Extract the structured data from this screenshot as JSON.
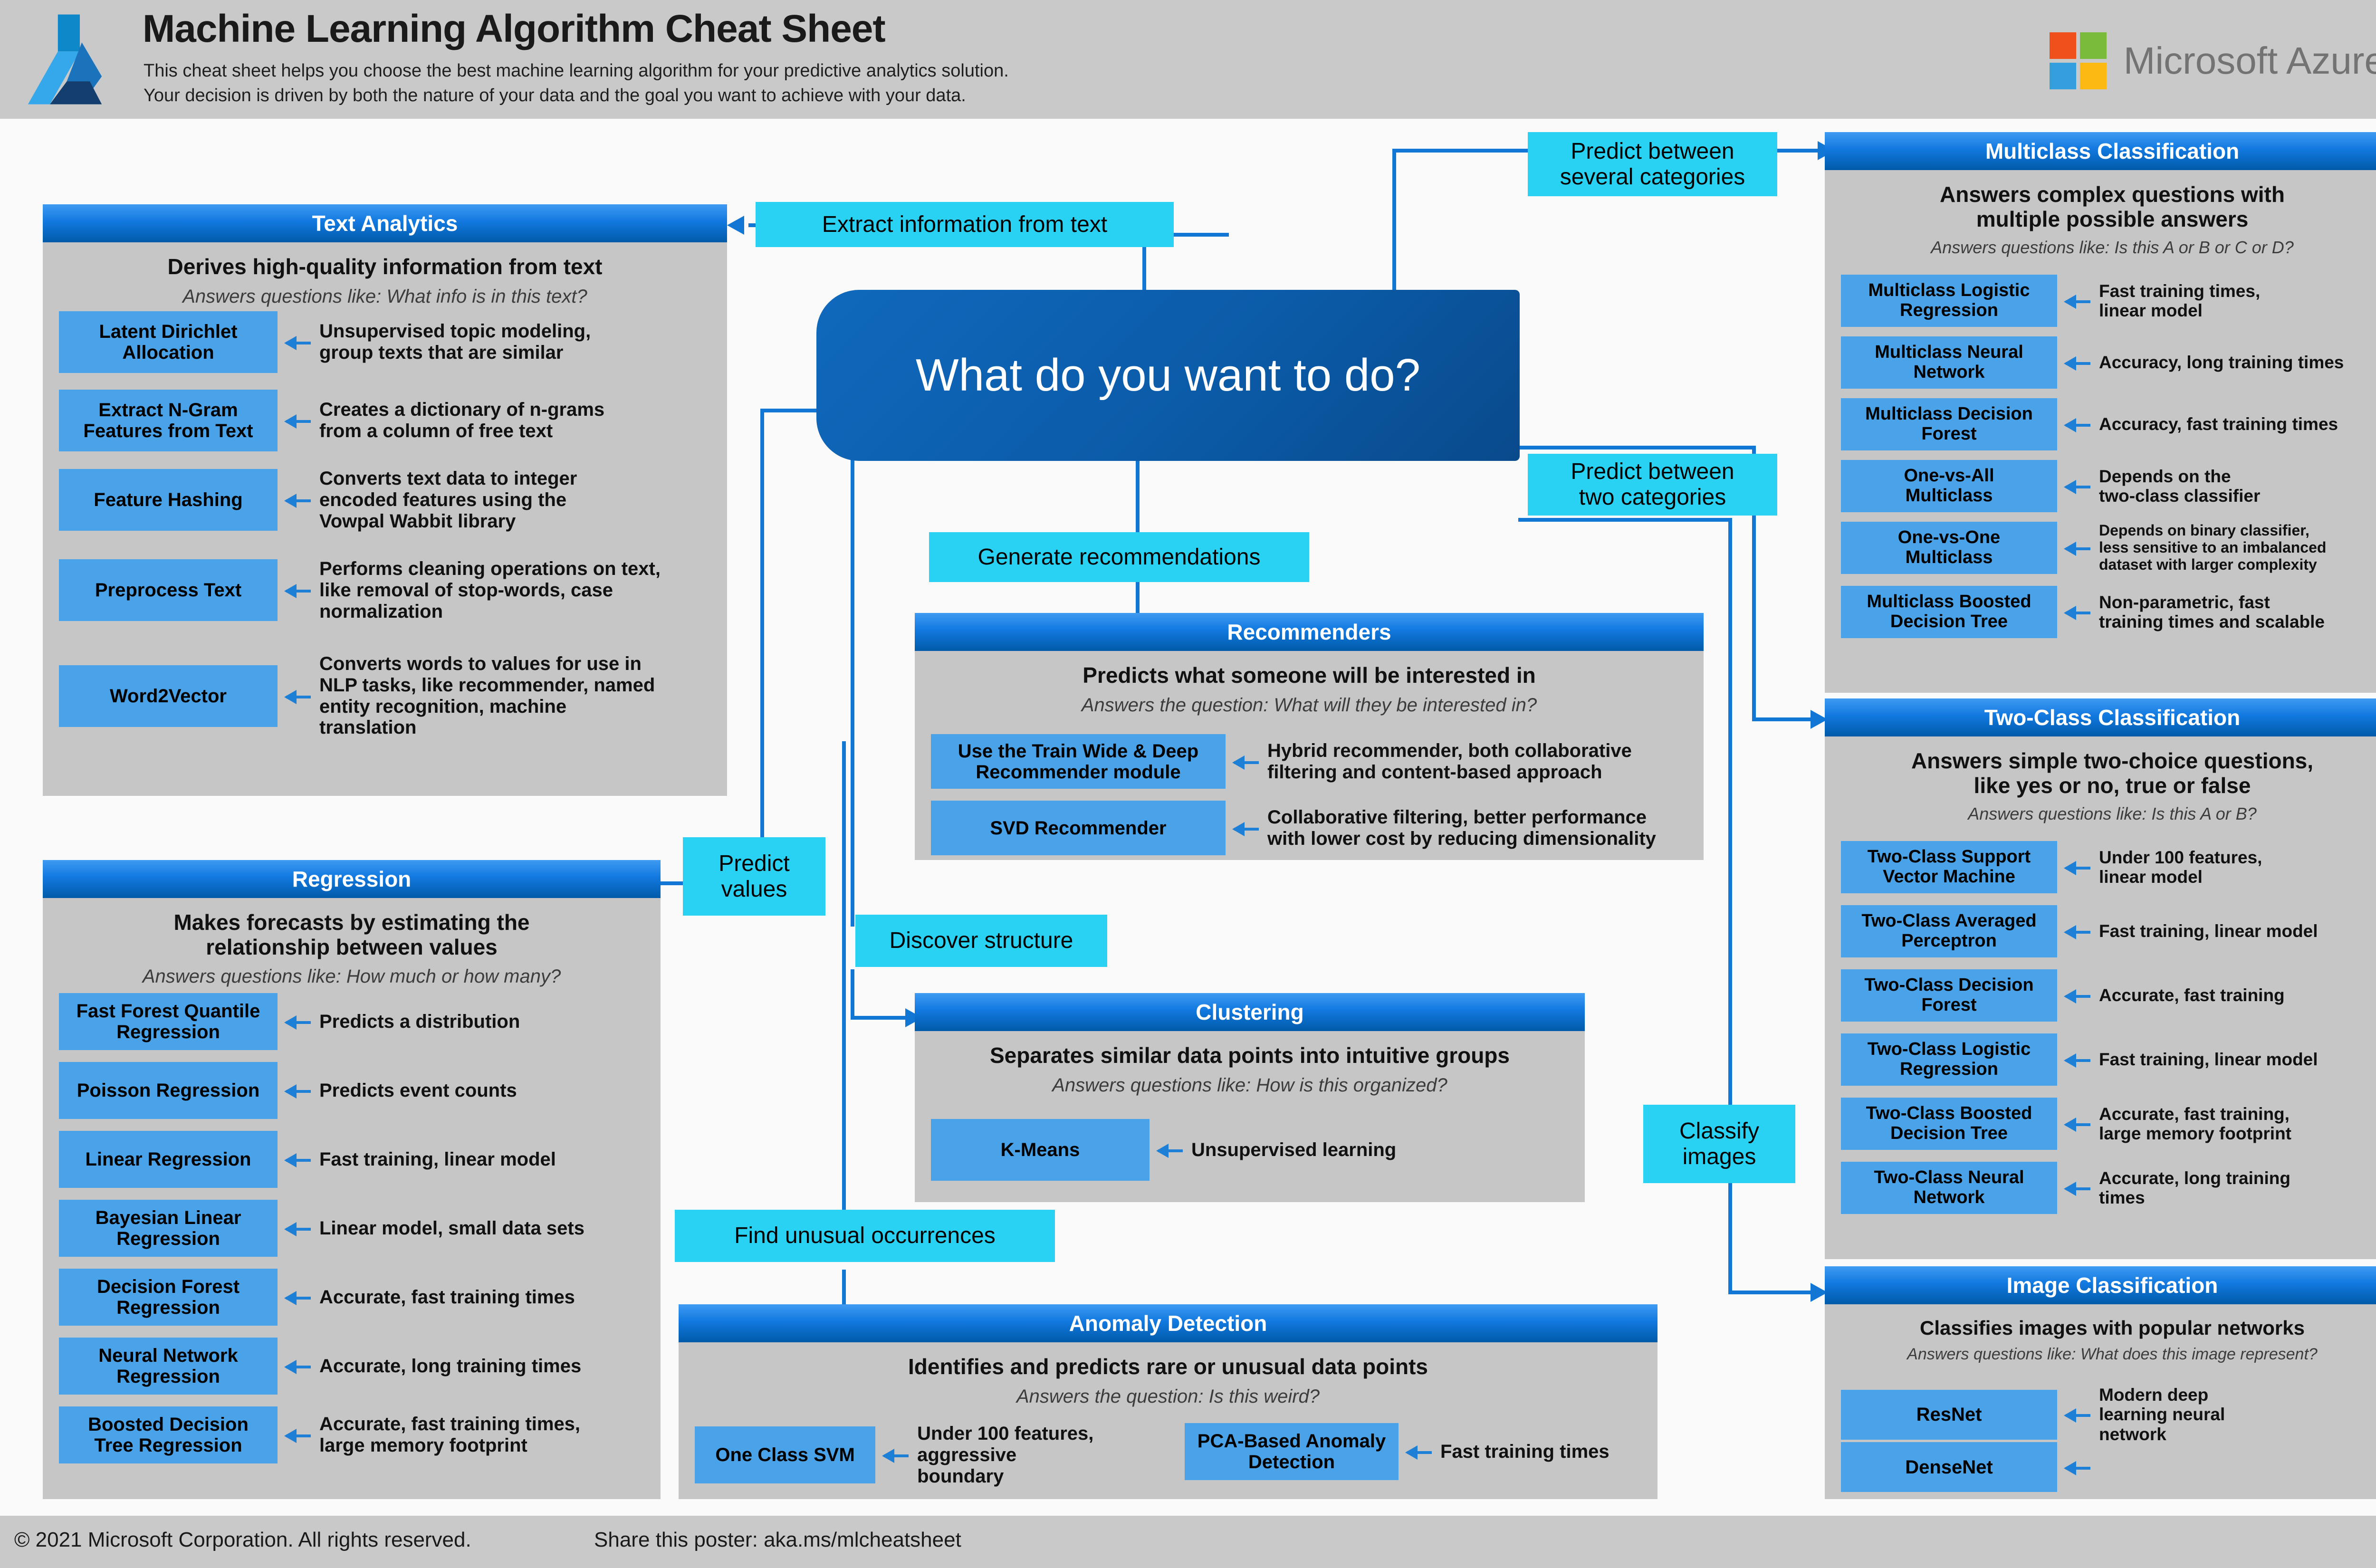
{
  "header": {
    "title": "Machine Learning Algorithm Cheat Sheet",
    "subtitle_line1": "This cheat sheet helps you choose the best machine learning algorithm for your predictive analytics solution.",
    "subtitle_line2": "Your decision is driven by both the nature of your data and the goal you want to achieve with your data.",
    "brand": "Microsoft Azure",
    "logo_icon": "azure-logo-icon",
    "brand_icon": "microsoft-squares-icon"
  },
  "footer": {
    "copyright": "© 2021 Microsoft Corporation. All rights reserved.",
    "share": "Share this poster: aka.ms/mlcheatsheet"
  },
  "hub": {
    "question": "What do you want to do?"
  },
  "decisions": {
    "extract_text": "Extract information from text",
    "predict_several": "Predict between\nseveral categories",
    "predict_two": "Predict between\ntwo categories",
    "generate_recs": "Generate recommendations",
    "predict_values": "Predict\nvalues",
    "discover_structure": "Discover structure",
    "find_unusual": "Find unusual occurrences",
    "classify_images": "Classify\nimages"
  },
  "panels": {
    "text_analytics": {
      "title": "Text Analytics",
      "description": "Derives high-quality information from text",
      "question": "Answers questions like: What info is in this text?",
      "algorithms": [
        {
          "name": "Latent Dirichlet\nAllocation",
          "note": "Unsupervised topic modeling,\ngroup texts that are similar"
        },
        {
          "name": "Extract N-Gram\nFeatures from Text",
          "note": "Creates a dictionary of n-grams\nfrom a column of free text"
        },
        {
          "name": "Feature Hashing",
          "note": "Converts text data to integer\nencoded features using the\nVowpal Wabbit library"
        },
        {
          "name": "Preprocess Text",
          "note": "Performs cleaning operations on text,\nlike removal of stop-words, case\nnormalization"
        },
        {
          "name": "Word2Vector",
          "note": "Converts words to values for use in\nNLP tasks, like recommender, named\nentity recognition, machine\ntranslation"
        }
      ]
    },
    "regression": {
      "title": "Regression",
      "description": "Makes forecasts by estimating the\nrelationship between values",
      "question": "Answers questions like: How much or how many?",
      "algorithms": [
        {
          "name": "Fast Forest Quantile\nRegression",
          "note": "Predicts a distribution"
        },
        {
          "name": "Poisson Regression",
          "note": "Predicts event counts"
        },
        {
          "name": "Linear Regression",
          "note": "Fast training, linear model"
        },
        {
          "name": "Bayesian Linear\nRegression",
          "note": "Linear model, small data sets"
        },
        {
          "name": "Decision Forest\nRegression",
          "note": "Accurate, fast training times"
        },
        {
          "name": "Neural Network\nRegression",
          "note": "Accurate, long training times"
        },
        {
          "name": "Boosted Decision\nTree Regression",
          "note": "Accurate, fast training times,\nlarge memory footprint"
        }
      ]
    },
    "recommenders": {
      "title": "Recommenders",
      "description": "Predicts what someone will be interested in",
      "question": "Answers the question: What will they be interested in?",
      "algorithms": [
        {
          "name": "Use the Train Wide & Deep\nRecommender module",
          "note": "Hybrid recommender, both collaborative\nfiltering and content-based approach"
        },
        {
          "name": "SVD Recommender",
          "note": "Collaborative filtering, better performance\nwith lower cost by reducing dimensionality"
        }
      ]
    },
    "clustering": {
      "title": "Clustering",
      "description": "Separates similar data points into intuitive groups",
      "question": "Answers questions like: How is this organized?",
      "algorithms": [
        {
          "name": "K-Means",
          "note": "Unsupervised learning"
        }
      ]
    },
    "anomaly_detection": {
      "title": "Anomaly Detection",
      "description": "Identifies and predicts rare or unusual data points",
      "question": "Answers the question: Is this weird?",
      "algorithms": [
        {
          "name": "One Class SVM",
          "note": "Under 100 features,\naggressive boundary"
        },
        {
          "name": "PCA-Based Anomaly\nDetection",
          "note": "Fast training times"
        }
      ]
    },
    "multiclass_classification": {
      "title": "Multiclass Classification",
      "description": "Answers complex questions with\nmultiple possible answers",
      "question": "Answers questions like: Is this A or B or C or D?",
      "algorithms": [
        {
          "name": "Multiclass Logistic\nRegression",
          "note": "Fast training times,\nlinear model"
        },
        {
          "name": "Multiclass Neural\nNetwork",
          "note": "Accuracy, long training times"
        },
        {
          "name": "Multiclass Decision\nForest",
          "note": "Accuracy, fast training times"
        },
        {
          "name": "One-vs-All\nMulticlass",
          "note": "Depends on the\ntwo-class classifier"
        },
        {
          "name": "One-vs-One\nMulticlass",
          "note": "Depends on binary classifier,\nless sensitive to an imbalanced\ndataset with larger complexity"
        },
        {
          "name": "Multiclass Boosted\nDecision Tree",
          "note": "Non-parametric, fast\ntraining times and scalable"
        }
      ]
    },
    "two_class_classification": {
      "title": "Two-Class Classification",
      "description": "Answers simple two-choice questions,\nlike yes or no, true or false",
      "question": "Answers questions like: Is this A or B?",
      "algorithms": [
        {
          "name": "Two-Class Support\nVector Machine",
          "note": "Under 100 features,\nlinear model"
        },
        {
          "name": "Two-Class Averaged\nPerceptron",
          "note": "Fast training, linear model"
        },
        {
          "name": "Two-Class Decision\nForest",
          "note": "Accurate, fast training"
        },
        {
          "name": "Two-Class Logistic\nRegression",
          "note": "Fast training, linear model"
        },
        {
          "name": "Two-Class Boosted\nDecision Tree",
          "note": "Accurate, fast training,\nlarge memory footprint"
        },
        {
          "name": "Two-Class Neural\nNetwork",
          "note": "Accurate, long training\ntimes"
        }
      ]
    },
    "image_classification": {
      "title": "Image Classification",
      "description": "Classifies images with popular networks",
      "question": "Answers questions like: What does this image represent?",
      "algorithms": [
        {
          "name": "ResNet",
          "note": "Modern deep\nlearning neural\nnetwork"
        },
        {
          "name": "DenseNet",
          "note": ""
        }
      ]
    }
  },
  "colors": {
    "header_bg": "#c9c9c9",
    "panel_bg": "#c6c6c6",
    "panel_head_blue": "#1279e0",
    "algo_blue": "#4aa3e8",
    "decision_cyan": "#29d2f2",
    "connector_blue": "#1176d4",
    "hub_blue": "#0b5ba8"
  }
}
